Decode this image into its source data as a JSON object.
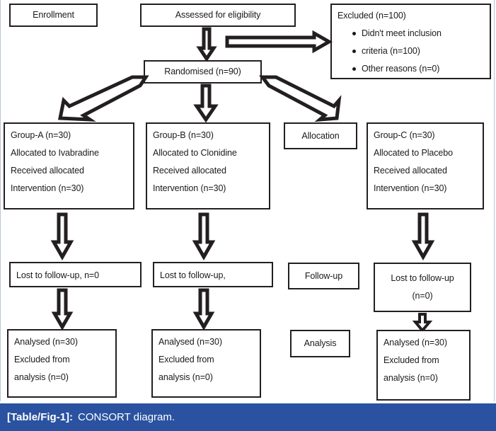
{
  "figure": {
    "caption_label": "[Table/Fig-1]:",
    "caption_text": "CONSORT diagram.",
    "caption_bar_color": "#2a52a0",
    "box_border_color": "#231f20",
    "text_color": "#1a1a1a"
  },
  "stages": {
    "enrollment": "Enrollment",
    "allocation": "Allocation",
    "followup": "Follow-up",
    "analysis": "Analysis"
  },
  "enrollment": {
    "assessed": "Assessed for eligibility",
    "randomised": "Randomised (n=90)",
    "excluded_title": "Excluded (n=100)",
    "excluded_reasons": [
      "Didn't meet inclusion",
      "criteria (n=100)",
      "Other reasons (n=0)"
    ]
  },
  "allocation": {
    "group_a": [
      "Group-A (n=30)",
      "Allocated to Ivabradine",
      "Received allocated",
      "Intervention (n=30)"
    ],
    "group_b": [
      "Group-B (n=30)",
      "Allocated to Clonidine",
      "Received allocated",
      "Intervention (n=30)"
    ],
    "group_c": [
      "Group-C (n=30)",
      "Allocated to Placebo",
      "Received allocated",
      "Intervention (n=30)"
    ]
  },
  "followup": {
    "group_a": [
      "Lost to follow-up, n=0"
    ],
    "group_b": [
      "Lost to follow-up,"
    ],
    "group_c": [
      "Lost to follow-up",
      "(n=0)"
    ]
  },
  "analysis": {
    "group_a": [
      "Analysed (n=30)",
      "Excluded from",
      "analysis (n=0)"
    ],
    "group_b": [
      "Analysed (n=30)",
      "Excluded from",
      "analysis (n=0)"
    ],
    "group_c": [
      "Analysed (n=30)",
      "Excluded from",
      "analysis (n=0)"
    ]
  }
}
